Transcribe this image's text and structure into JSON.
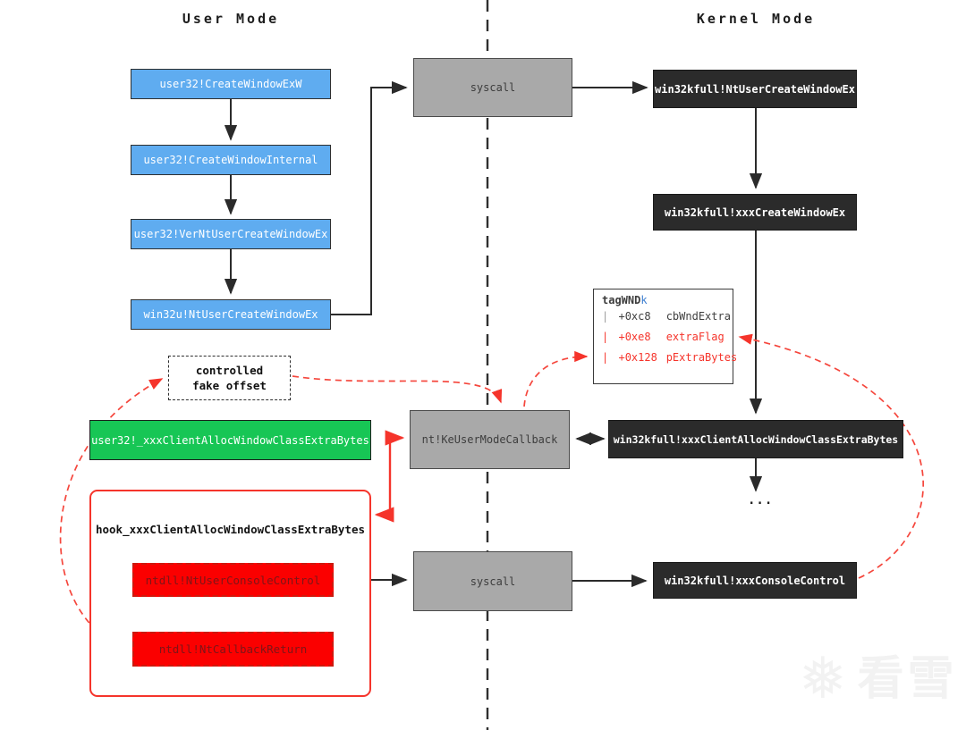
{
  "titles": {
    "user_mode": "User Mode",
    "kernel_mode": "Kernel Mode"
  },
  "user_chain": [
    {
      "label": "user32!CreateWindowExW"
    },
    {
      "label": "user32!CreateWindowInternal"
    },
    {
      "label": "user32!VerNtUserCreateWindowEx"
    },
    {
      "label": "win32u!NtUserCreateWindowEx"
    }
  ],
  "syscall": {
    "top_label": "syscall",
    "bottom_label": "syscall"
  },
  "kernel_chain": {
    "nt_user_create_window_ex": "win32kfull!NtUserCreateWindowEx",
    "xxx_create_window_ex": "win32kfull!xxxCreateWindowEx",
    "xxx_client_alloc": "win32kfull!xxxClientAllocWindowClassExtraBytes",
    "xxx_console_control": "win32kfull!xxxConsoleControl",
    "ellipsis": "..."
  },
  "tagwnd": {
    "title": "tagWND",
    "cursor": "k",
    "fields": [
      {
        "bar": "|",
        "offset": "+0xc8",
        "name": "cbWndExtra",
        "highlighted": false
      },
      {
        "bar": "|",
        "offset": "+0xe8",
        "name": "extraFlag",
        "highlighted": true
      },
      {
        "bar": "|",
        "offset": "+0x128",
        "name": "pExtraBytes",
        "highlighted": true
      }
    ]
  },
  "callback": {
    "fake_offset_line1": "controlled",
    "fake_offset_line2": "fake offset",
    "ke_user_mode_callback": "nt!KeUserModeCallback",
    "user32_client_alloc": "user32!_xxxClientAllocWindowClassExtraBytes"
  },
  "hook": {
    "title": "hook_xxxClientAllocWindowClassExtraBytes",
    "nt_user_console_control": "ntdll!NtUserConsoleControl",
    "nt_callback_return": "ntdll!NtCallbackReturn"
  },
  "watermark": {
    "icon": "snowflake-icon",
    "icon_glyph": "❅",
    "text": "看雪"
  },
  "colors": {
    "user_box_fill": "#5FACF0",
    "kernel_box_fill": "#2B2B2B",
    "syscall_fill": "#A9A9A9",
    "green_fill": "#17C655",
    "red_fill": "#FB0000",
    "red_accent": "#F5342B",
    "tagwnd_cursor_blue": "#3E7FD0"
  }
}
